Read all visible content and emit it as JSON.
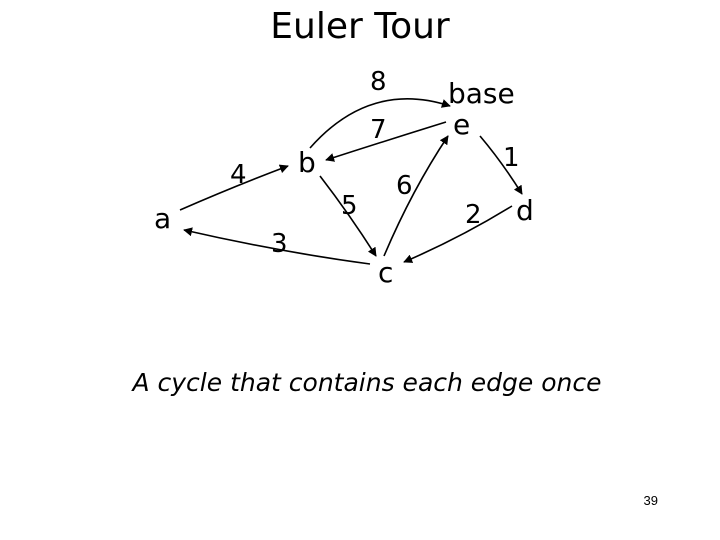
{
  "title": "Euler Tour",
  "graph": {
    "nodes": {
      "a": "a",
      "b": "b",
      "c": "c",
      "d": "d",
      "e": "e"
    },
    "base_label": "base",
    "edges": [
      {
        "from": "e",
        "to": "d",
        "label": "1"
      },
      {
        "from": "d",
        "to": "c",
        "label": "2"
      },
      {
        "from": "c",
        "to": "a",
        "label": "3"
      },
      {
        "from": "a",
        "to": "b",
        "label": "4"
      },
      {
        "from": "b",
        "to": "c",
        "label": "5"
      },
      {
        "from": "c",
        "to": "e",
        "label": "6"
      },
      {
        "from": "e",
        "to": "b",
        "label": "7"
      },
      {
        "from": "b",
        "to": "e",
        "label": "8"
      }
    ]
  },
  "caption": "A cycle that contains each edge once",
  "page_number": "39"
}
